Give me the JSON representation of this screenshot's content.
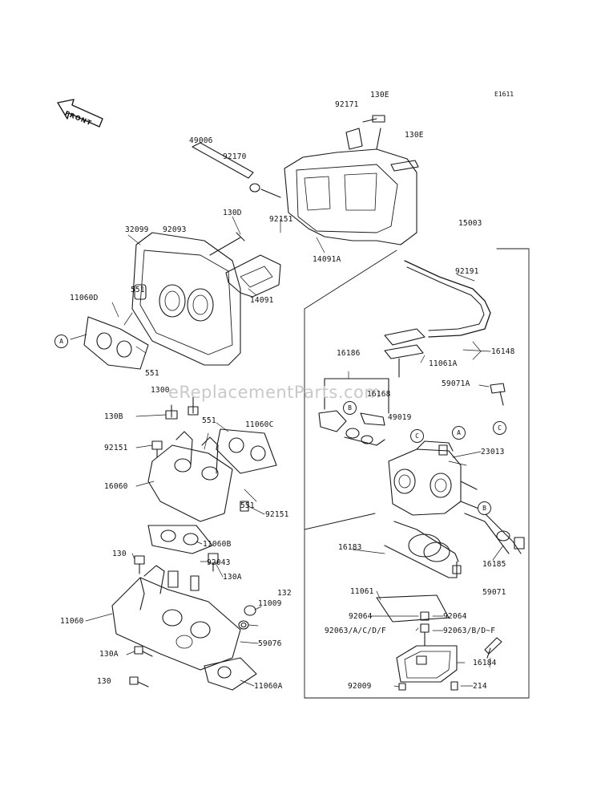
{
  "diagram_code": "E1611",
  "front_label": "FRONT",
  "watermark": "eReplacementParts.com",
  "callouts": {
    "a": "A",
    "b": "B",
    "c": "C"
  },
  "labels": {
    "p92171": "92171",
    "p130e_1": "130E",
    "p130e_2": "130E",
    "p49006": "49006",
    "p92170": "92170",
    "p130d": "130D",
    "p92151_top": "92151",
    "p15003": "15003",
    "p32099": "32099",
    "p92093": "92093",
    "p14091a": "14091A",
    "p14091": "14091",
    "p92191": "92191",
    "p11060d": "11060D",
    "p551_1": "551",
    "p551_2": "551",
    "p16148": "16148",
    "p11061a": "11061A",
    "p16186": "16186",
    "p1300": "1300",
    "p16168": "16168",
    "p59071a": "59071A",
    "p130b": "130B",
    "p551_3": "551",
    "p11060c": "11060C",
    "p49019": "49019",
    "p92151_l": "92151",
    "p23013": "23013",
    "p16060": "16060",
    "p551_4": "551",
    "p92151_r": "92151",
    "p11060b": "11060B",
    "p130": "130",
    "p92043": "92043",
    "p130a_1": "130A",
    "p16183": "16183",
    "p16185": "16185",
    "p132": "132",
    "p11009": "11009",
    "p11061": "11061",
    "p59071": "59071",
    "p11060": "11060",
    "p92064_l": "92064",
    "p92064_r": "92064",
    "p59076": "59076",
    "p92063_l": "92063/A/C/D/F",
    "p92063_r": "92063/B/D~F",
    "p130a_2": "130A",
    "p16184": "16184",
    "p130_b": "130",
    "p11060a": "11060A",
    "p92009": "92009",
    "p214": "214"
  }
}
